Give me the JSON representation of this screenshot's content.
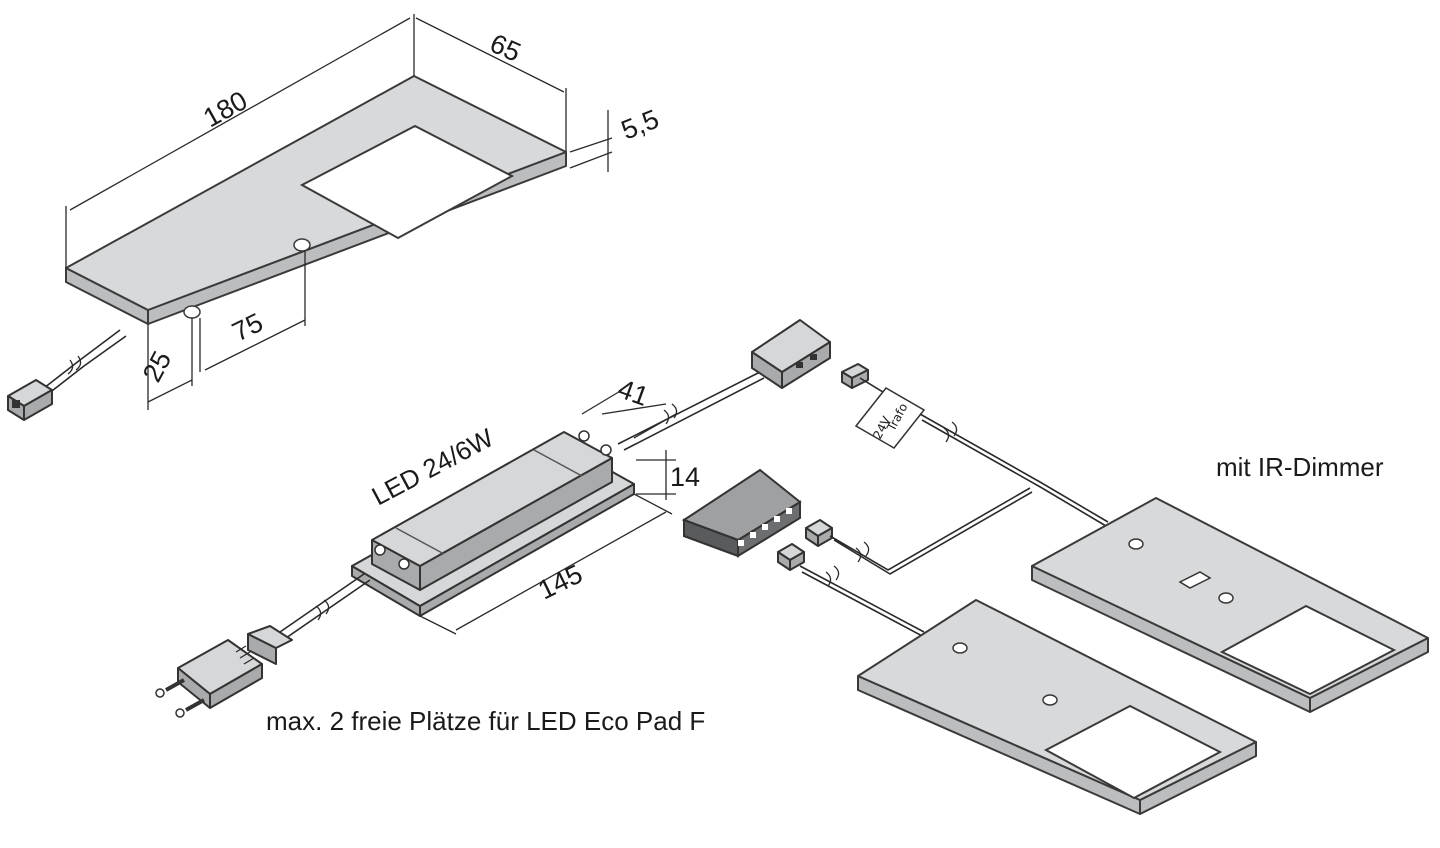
{
  "dimensions": {
    "length": "180",
    "width": "65",
    "height": "5,5",
    "hole_offset_a": "75",
    "hole_offset_b": "25",
    "driver_width": "41",
    "driver_height": "14",
    "driver_length": "145"
  },
  "labels": {
    "driver": "LED 24/6W",
    "dimmer": "mit IR-Dimmer",
    "free_slots": "max. 2 freie Plätze für LED Eco Pad F",
    "trafo_line1": "Trafo",
    "trafo_line2": "24V"
  },
  "colors": {
    "panel": "#d8d9da",
    "panel_edge": "#bcbdbf",
    "line": "#2a2a2a"
  }
}
